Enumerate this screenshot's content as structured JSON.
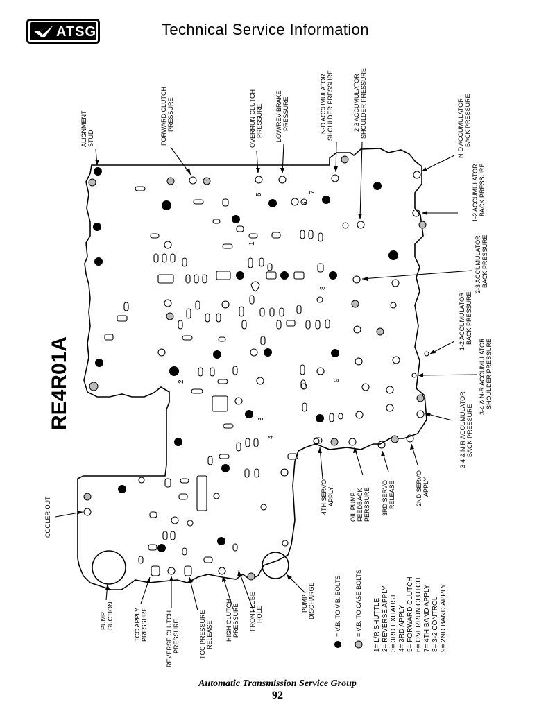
{
  "header": {
    "logo_text": "ATSG",
    "title": "Technical Service Information"
  },
  "diagram": {
    "model": "RE4R01A",
    "labels": {
      "alignment_stud": [
        "ALIGNMENT",
        "STUD"
      ],
      "forward_clutch_pressure": [
        "FORWARD CLUTCH",
        "PRESSURE"
      ],
      "overrun_clutch_pressure": [
        "OVERRUN CLUTCH",
        "PRESSURE"
      ],
      "low_rev_brake_pressure": [
        "LOW/REV BRAKE",
        "PRESSURE"
      ],
      "nd_accumulator_shoulder_pressure": [
        "N-D ACCUMULATOR",
        "SHOULDER PRESSURE"
      ],
      "accumulator_23_shoulder_pressure": [
        "2-3 ACCUMULATOR",
        "SHOULDER PRESSURE"
      ],
      "nd_accumulator_back_pressure": [
        "N-D ACCUMULATOR",
        "BACK PRESSURE"
      ],
      "accumulator_12_back_pressure_top": [
        "1-2 ACCUMULATOR",
        "BACK PRESSURE"
      ],
      "accumulator_23_back_pressure": [
        "2-3 ACCUMULATOR",
        "BACK PRESSURE"
      ],
      "accumulator_12_back_pressure_mid": [
        "1-2 ACCUMULATOR",
        "BACK PRESSURE"
      ],
      "accumulator_34_nr_shoulder_pressure": [
        "3-4 & N-R ACCUMULATOR",
        "SHOULDER PRESSURE"
      ],
      "accumulator_34_nr_back_pressure": [
        "3-4 & N-R ACCUMULATOR",
        "BACK PRESSURE"
      ],
      "cooler_out": [
        "COOLER OUT"
      ],
      "pump_suction": [
        "PUMP",
        "SUCTION"
      ],
      "tcc_apply_pressure": [
        "TCC APPLY",
        "PRESSURE"
      ],
      "reverse_clutch_pressure": [
        "REVERSE CLUTCH",
        "PRESSURE"
      ],
      "tcc_pressure_release": [
        "TCC PRESSURE",
        "RELEASE"
      ],
      "high_clutch_pressure": [
        "HIGH CLUTCH",
        "PRESSURE"
      ],
      "front_lube_hole": [
        "FRONT LUBE",
        "HOLE"
      ],
      "pump_discharge": [
        "PUMP",
        "DISCHARGE"
      ],
      "fourth_servo_apply": [
        "4TH SERVO",
        "APPLY"
      ],
      "oil_pump_feedback_pressure": [
        "OIL PUMP",
        "FEEDBACK",
        "PERSSURE"
      ],
      "third_servo_release": [
        "3RD SERVO",
        "RELEASE"
      ],
      "second_servo_apply": [
        "2ND SERVO",
        "APPLY"
      ]
    },
    "legend": {
      "vb_to_vb_bolts": "= V.B. TO V.B. BOLTS",
      "vb_to_case_bolts": "= V.B. TO CASE BOLTS",
      "items": [
        "1= L/R SHUTTLE",
        "2= REVERSE APPLY",
        "3= 3RD EXHAUST",
        "4= 3RD APPLY",
        "5= FORWARD CLUTCH",
        "6= OVERRUN CLUTCH",
        "7= 4TH BAND APPLY",
        "8= 3-2 CONTROL",
        "9= 2ND BAND APPLY"
      ]
    },
    "check_ball_numbers": [
      "1",
      "2",
      "3",
      "4",
      "5",
      "6",
      "7",
      "8",
      "9"
    ]
  },
  "footer": {
    "organization": "Automatic Transmission Service Group",
    "page_number": "92"
  }
}
